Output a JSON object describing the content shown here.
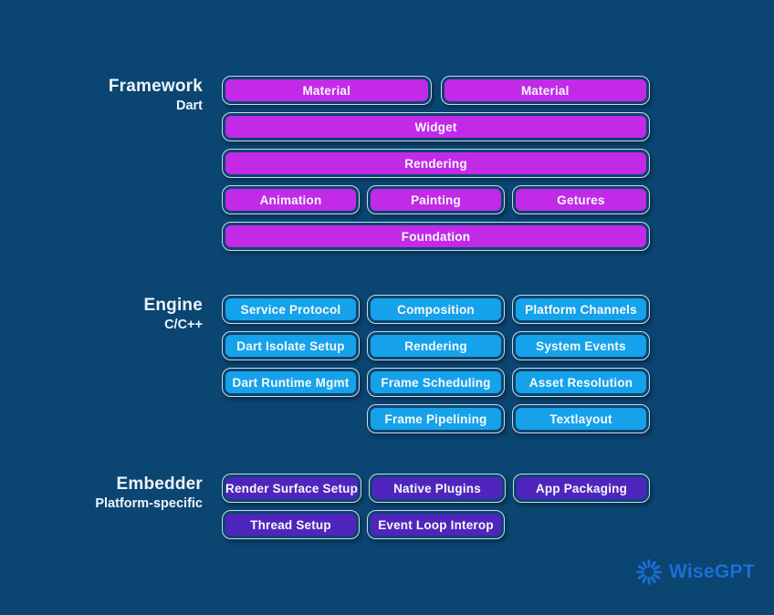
{
  "colors": {
    "background": "#0b4571",
    "framework_box": "#c32ae8",
    "engine_box": "#16a2ea",
    "embedder_box": "#4f25bd",
    "box_border": "#ccdbe8",
    "box_text": "#f6f9fc",
    "section_label_text": "#eef4fa",
    "logo_blue": "#1a6fd6"
  },
  "sections": [
    {
      "title": "Framework",
      "subtitle": "Dart",
      "rows": [
        {
          "boxes": [
            {
              "label": "Material"
            },
            {
              "label": "Material"
            }
          ]
        },
        {
          "boxes": [
            {
              "label": "Widget"
            }
          ]
        },
        {
          "boxes": [
            {
              "label": "Rendering"
            }
          ]
        },
        {
          "boxes": [
            {
              "label": "Animation"
            },
            {
              "label": "Painting"
            },
            {
              "label": "Getures"
            }
          ]
        },
        {
          "boxes": [
            {
              "label": "Foundation"
            }
          ]
        }
      ]
    },
    {
      "title": "Engine",
      "subtitle": "C/C++",
      "rows": [
        {
          "boxes": [
            {
              "label": "Service Protocol"
            },
            {
              "label": "Composition"
            },
            {
              "label": "Platform Channels"
            }
          ]
        },
        {
          "boxes": [
            {
              "label": "Dart Isolate Setup"
            },
            {
              "label": "Rendering"
            },
            {
              "label": "System Events"
            }
          ]
        },
        {
          "boxes": [
            {
              "label": "Dart Runtime Mgmt"
            },
            {
              "label": "Frame Scheduling"
            },
            {
              "label": "Asset Resolution"
            }
          ]
        },
        {
          "boxes": [
            {
              "label": "Frame Pipelining"
            },
            {
              "label": "Textlayout"
            }
          ]
        }
      ]
    },
    {
      "title": "Embedder",
      "subtitle": "Platform-specific",
      "rows": [
        {
          "boxes": [
            {
              "label": "Render Surface Setup"
            },
            {
              "label": "Native Plugins"
            },
            {
              "label": "App Packaging"
            }
          ]
        },
        {
          "boxes": [
            {
              "label": "Thread Setup"
            },
            {
              "label": "Event Loop Interop"
            }
          ]
        }
      ]
    }
  ],
  "logo": {
    "brand": "WiseGPT",
    "icon": "radial-burst-icon"
  }
}
